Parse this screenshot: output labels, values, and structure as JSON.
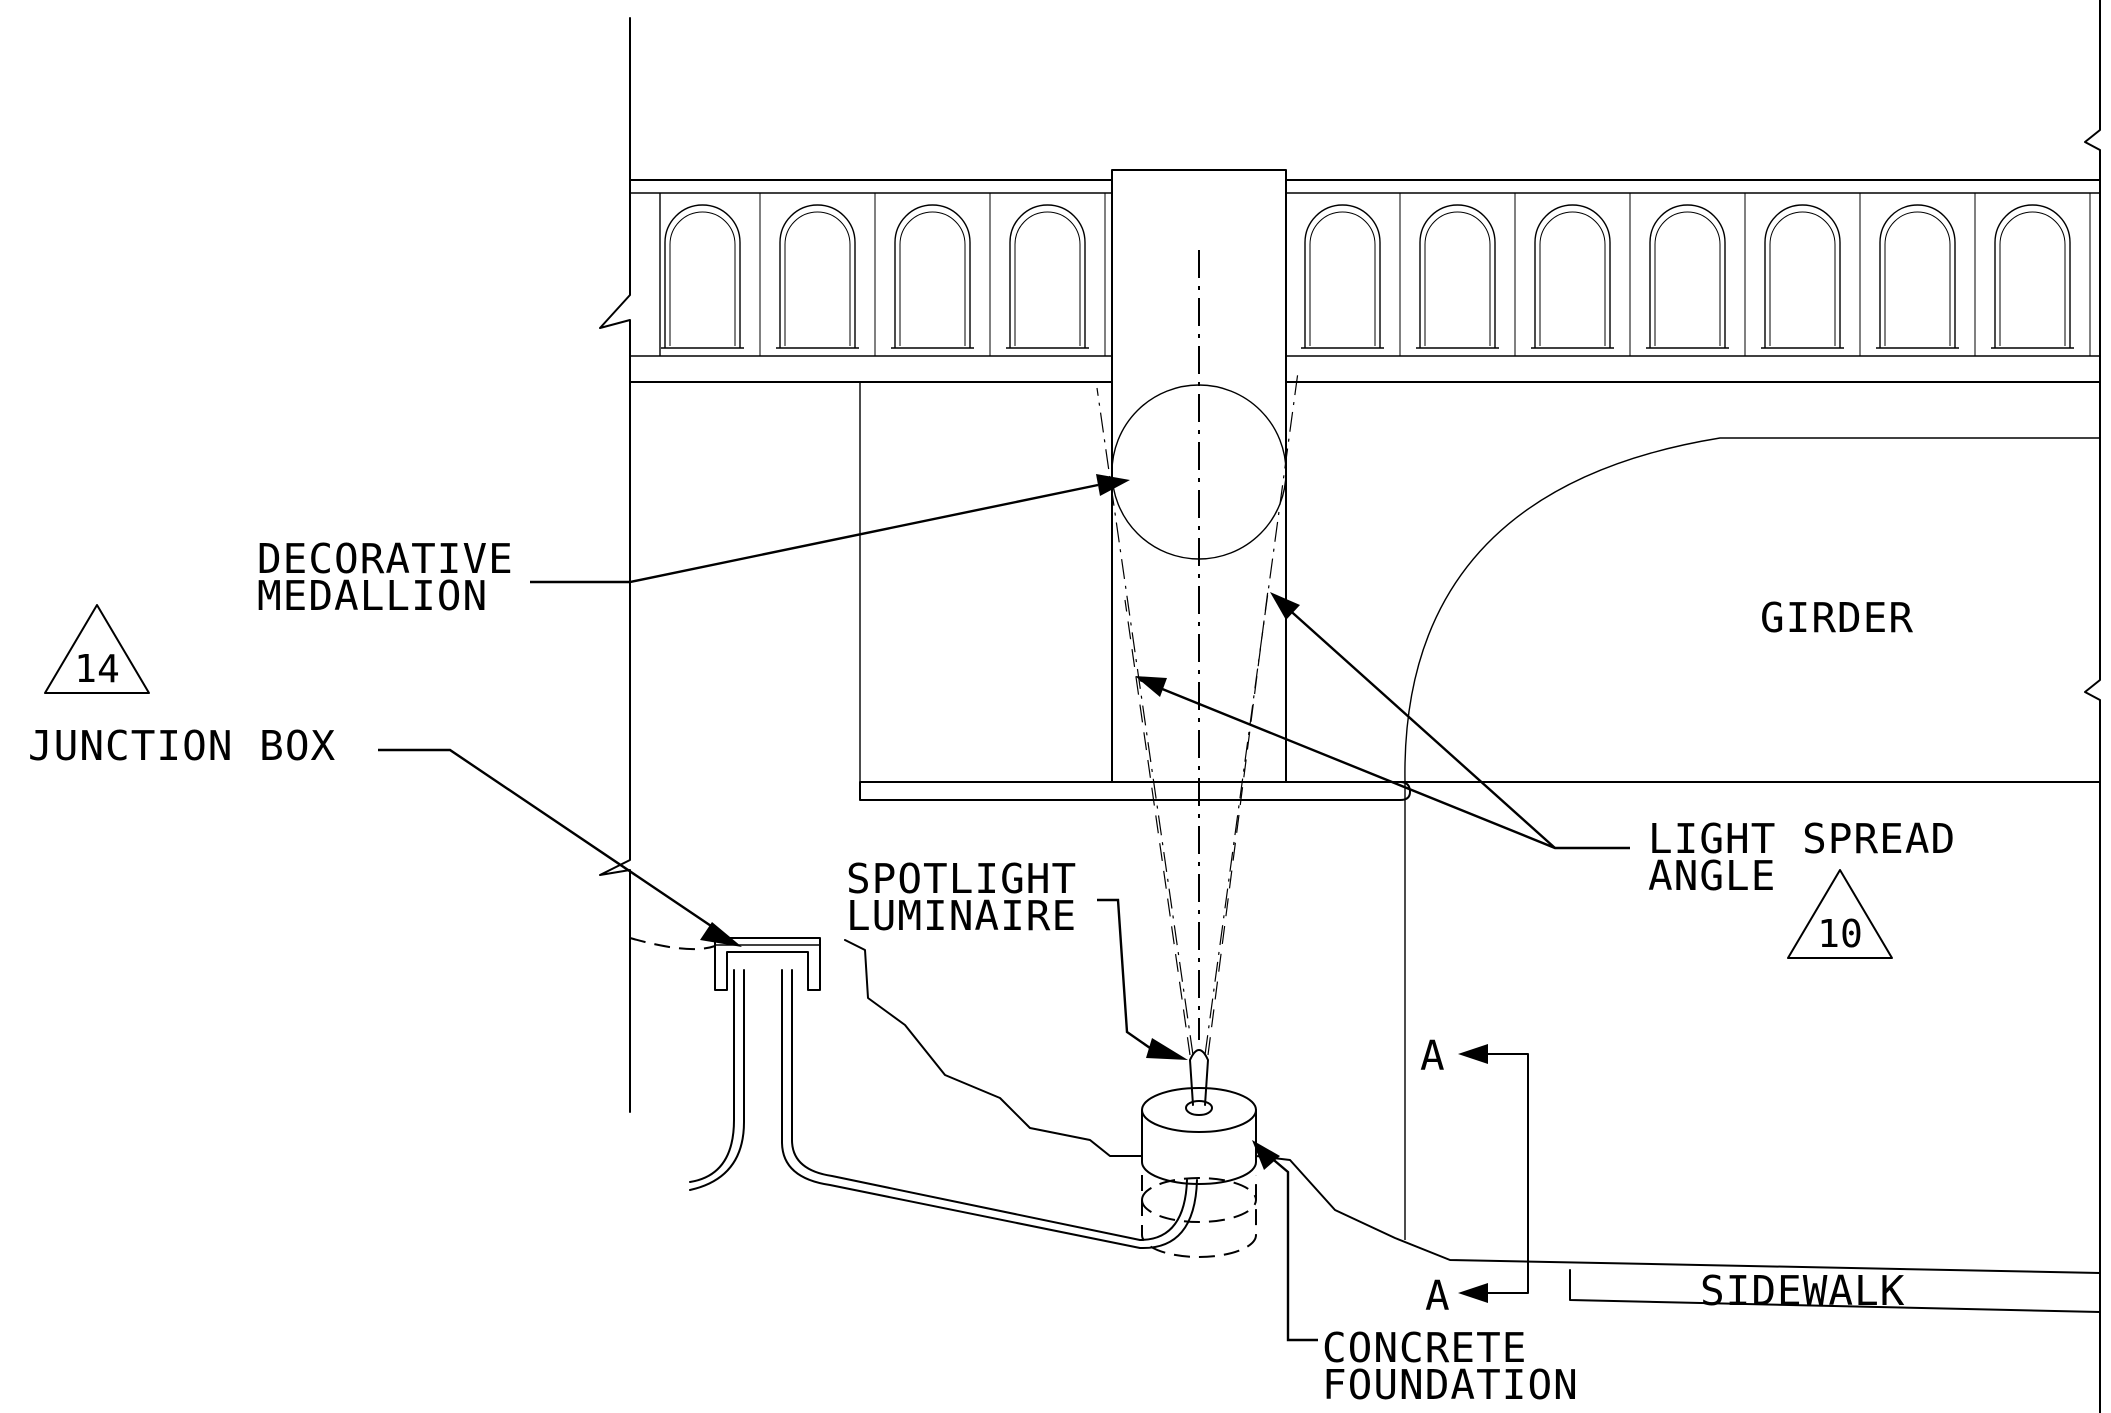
{
  "labels": {
    "decorative_medallion": [
      "DECORATIVE",
      "MEDALLION"
    ],
    "junction_box": "JUNCTION BOX",
    "spotlight_luminaire": [
      "SPOTLIGHT",
      "LUMINAIRE"
    ],
    "light_spread_angle": [
      "LIGHT SPREAD",
      "ANGLE"
    ],
    "girder": "GIRDER",
    "sidewalk": "SIDEWALK",
    "concrete_foundation": [
      "CONCRETE",
      "FOUNDATION"
    ],
    "section_mark": "A"
  },
  "keynotes": {
    "junction_box_note": "14",
    "light_spread_note": "10"
  }
}
